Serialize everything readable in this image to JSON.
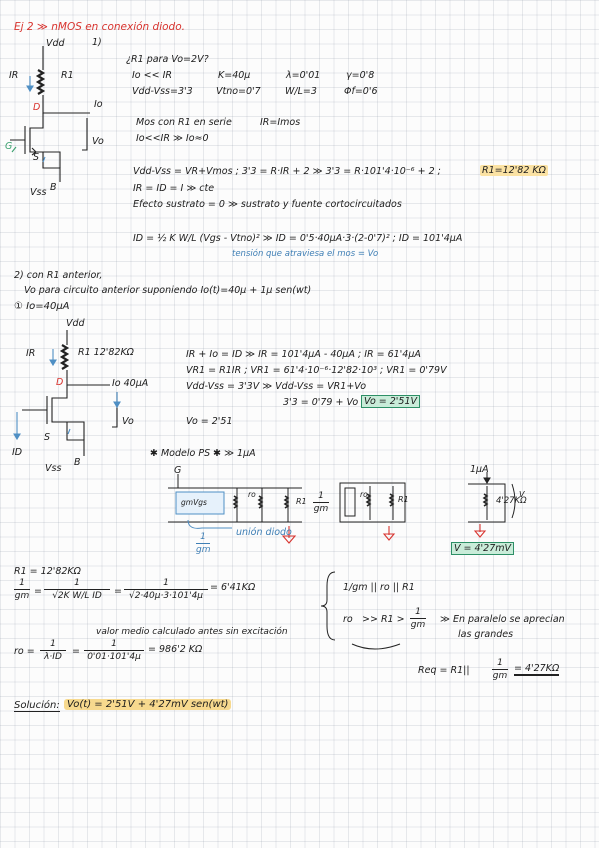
{
  "header": {
    "title": "Ej 2 ≫ nMOS en conexión diodo."
  },
  "part1": {
    "num": "1)",
    "circuit": {
      "vdd": "Vdd",
      "ir": "IR",
      "r1": "R1",
      "d": "D",
      "io": "Io",
      "g": "G",
      "s": "S",
      "vo": "Vo",
      "b": "B",
      "vss": "Vss"
    },
    "question": "¿R1 para Vo=2V?",
    "given": {
      "g1": "Io << IR",
      "g2": "K=40μ",
      "g3": "λ=0'01",
      "g4": "γ=0'8",
      "g5": "Vdd-Vss=3'3",
      "g6": "Vtno=0'7",
      "g7": "W/L=3",
      "g8": "Φf=0'6"
    },
    "line1": "Mos con R1 en serie",
    "line1b": "IR=Imos",
    "line2": "Io<<IR ≫ Io≈0",
    "eq1": "Vdd-Vss = VR+Vmos ; 3'3 = R·IR + 2 ≫ 3'3 = R·101'4·10⁻⁶ + 2 ;",
    "eq1_result": "R1=12'82 KΩ",
    "eq2": "IR = ID = I ≫ cte",
    "eq3": "Efecto sustrato = 0 ≫ sustrato y fuente cortocircuitados",
    "eq4": "ID = ½ K W/L (Vgs - Vtno)² ≫ ID = 0'5·40μA·3·(2-0'7)² ; ID = 101'4μA",
    "eq4_note": "tensión que atraviesa el mos = Vo"
  },
  "part2": {
    "title": "2) con R1 anterior,",
    "subtitle": "Vo para circuito anterior suponiendo Io(t)=40μ + 1μ sen(wt)",
    "step1": "① Io=40μA",
    "circuit": {
      "vdd": "Vdd",
      "ir": "IR",
      "r1": "R1 12'82KΩ",
      "d": "D",
      "io": "Io 40μA",
      "g": "G",
      "s": "S",
      "vo": "Vo",
      "b": "B",
      "vss": "Vss",
      "id": "ID"
    },
    "e1": "IR + Io = ID ≫ IR = 101'4μA - 40μA ; IR = 61'4μA",
    "e2": "VR1 = R1IR ; VR1 = 61'4·10⁻⁶·12'82·10³ ; VR1 = 0'79V",
    "e3": "Vdd-Vss = 3'3V ≫ Vdd-Vss = VR1+Vo",
    "e4": "3'3 = 0'79 + Vo ;",
    "e4_result": "Vo = 2'51V",
    "e5": "Vo = 2'51",
    "model_title": "✱ Modelo PS ✱ ≫ 1μA",
    "model": {
      "g": "G",
      "gmvgs": "gmVgs",
      "ro": "ro",
      "r1": "R1",
      "frac_n": "1",
      "frac_d": "gm",
      "union": "unión diodo",
      "union_n": "1",
      "union_d": "gm",
      "cur": "1μA",
      "req": "4'27KΩ",
      "v": "V",
      "vres": "V = 4'27mV"
    }
  },
  "calc": {
    "r1": "R1 = 12'82KΩ",
    "f1n": "1",
    "f1d": "gm",
    "f2n": "1",
    "f2d": "√2K W/L ID",
    "f3n": "1",
    "f3d": "√2·40μ·3·101'4μ",
    "res1": "= 6'41KΩ",
    "note": "valor medio calculado antes sin excitación",
    "ro_lbl": "ro =",
    "ro_n1": "1",
    "ro_d1": "λ·ID",
    "ro_n2": "1",
    "ro_d2": "0'01·101'4μ",
    "ro_res": "= 986'2 KΩ",
    "par": "1/gm || ro || R1",
    "cmp_ro": "ro",
    "cmp_mid": ">> R1 >",
    "cmp_n": "1",
    "cmp_d": "gm",
    "cmp_txt": "≫ En paralelo se aprecian",
    "cmp_txt2": "las grandes",
    "req_lbl": "Req = R1||",
    "req_n": "1",
    "req_d": "gm",
    "req_res": "= 4'27KΩ",
    "sol_lbl": "Solución:",
    "sol": "Vo(t) = 2'51V + 4'27mV sen(wt)"
  }
}
